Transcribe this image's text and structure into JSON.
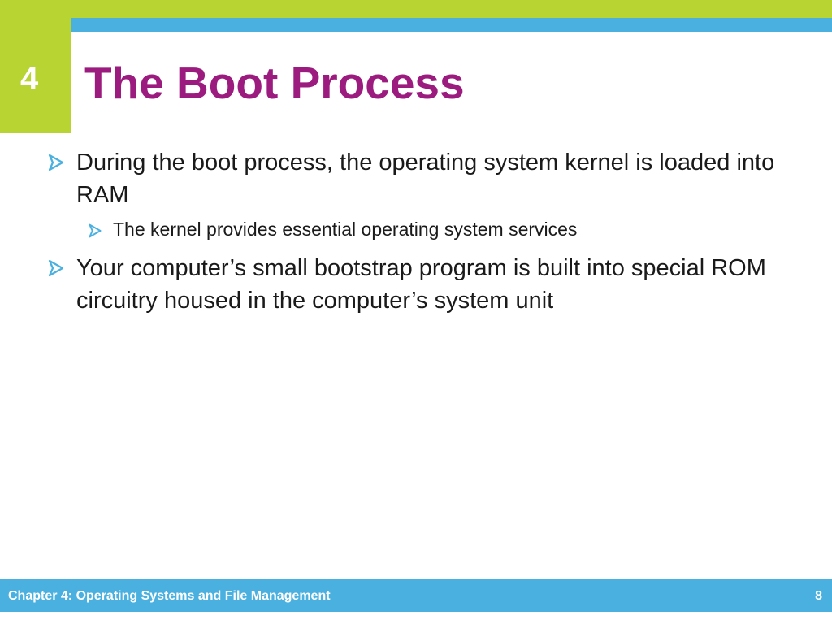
{
  "slide": {
    "chapter_number": "4",
    "title": "The Boot Process",
    "bullets": [
      {
        "level": 1,
        "text": "During the boot process, the operating system kernel is loaded into RAM",
        "icon": "arrow-bullet-icon"
      },
      {
        "level": 2,
        "text": "The kernel provides essential operating system services",
        "icon": "arrow-bullet-icon"
      },
      {
        "level": 1,
        "text": "Your computer’s small bootstrap program is built into special ROM circuitry housed in the computer’s system unit",
        "icon": "arrow-bullet-icon"
      }
    ]
  },
  "footer": {
    "label": "Chapter 4: Operating Systems and File Management",
    "page_number": "8"
  },
  "colors": {
    "accent_green": "#b8d432",
    "accent_blue": "#4ab0e0",
    "title": "#9c1b7f",
    "body_text": "#1a1a1a"
  }
}
